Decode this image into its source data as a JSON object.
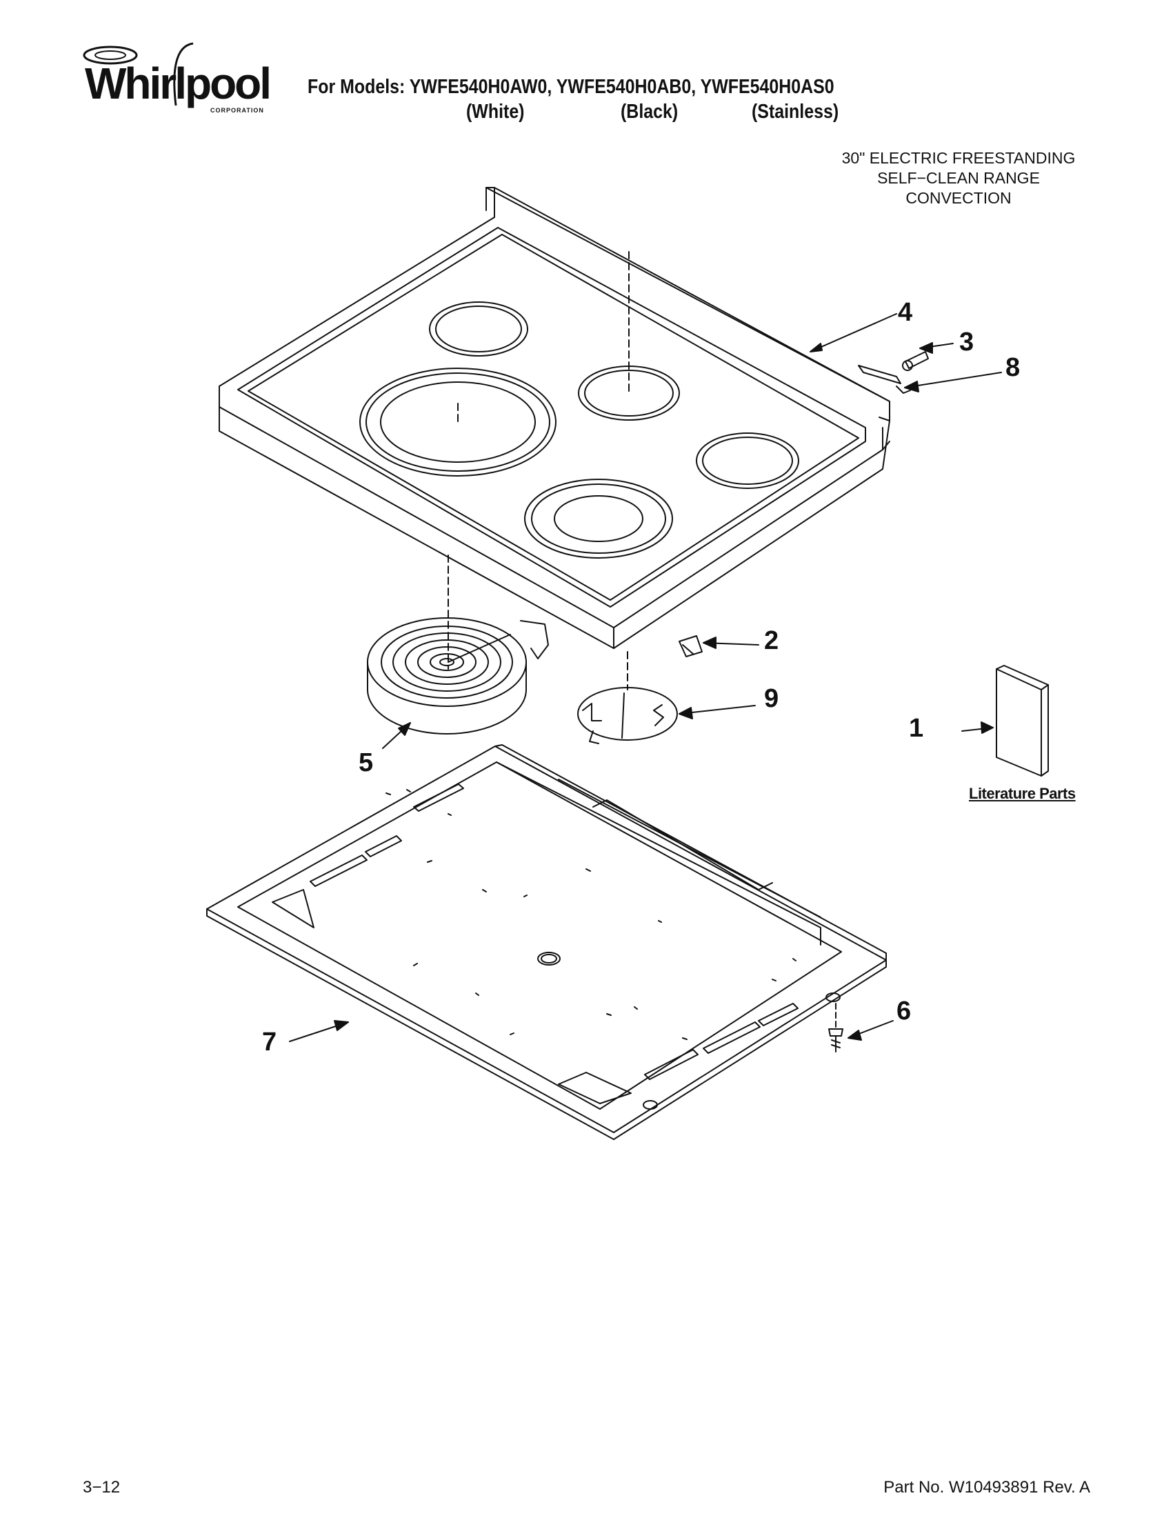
{
  "header": {
    "brand": "Whirlpool",
    "brand_sub": "CORPORATION",
    "models_line": "For Models: YWFE540H0AW0, YWFE540H0AB0, YWFE540H0AS0",
    "variants": [
      "(White)",
      "(Black)",
      "(Stainless)"
    ]
  },
  "subtitle": {
    "line1": "30\" ELECTRIC FREESTANDING",
    "line2": "SELF−CLEAN RANGE",
    "line3": "CONVECTION"
  },
  "callouts": {
    "c1": "1",
    "c2": "2",
    "c3": "3",
    "c4": "4",
    "c5": "5",
    "c6": "6",
    "c7": "7",
    "c8": "8",
    "c9": "9"
  },
  "literature_label": "Literature Parts",
  "footer": {
    "page": "3−12",
    "part_no": "Part No. W10493891 Rev. A"
  }
}
